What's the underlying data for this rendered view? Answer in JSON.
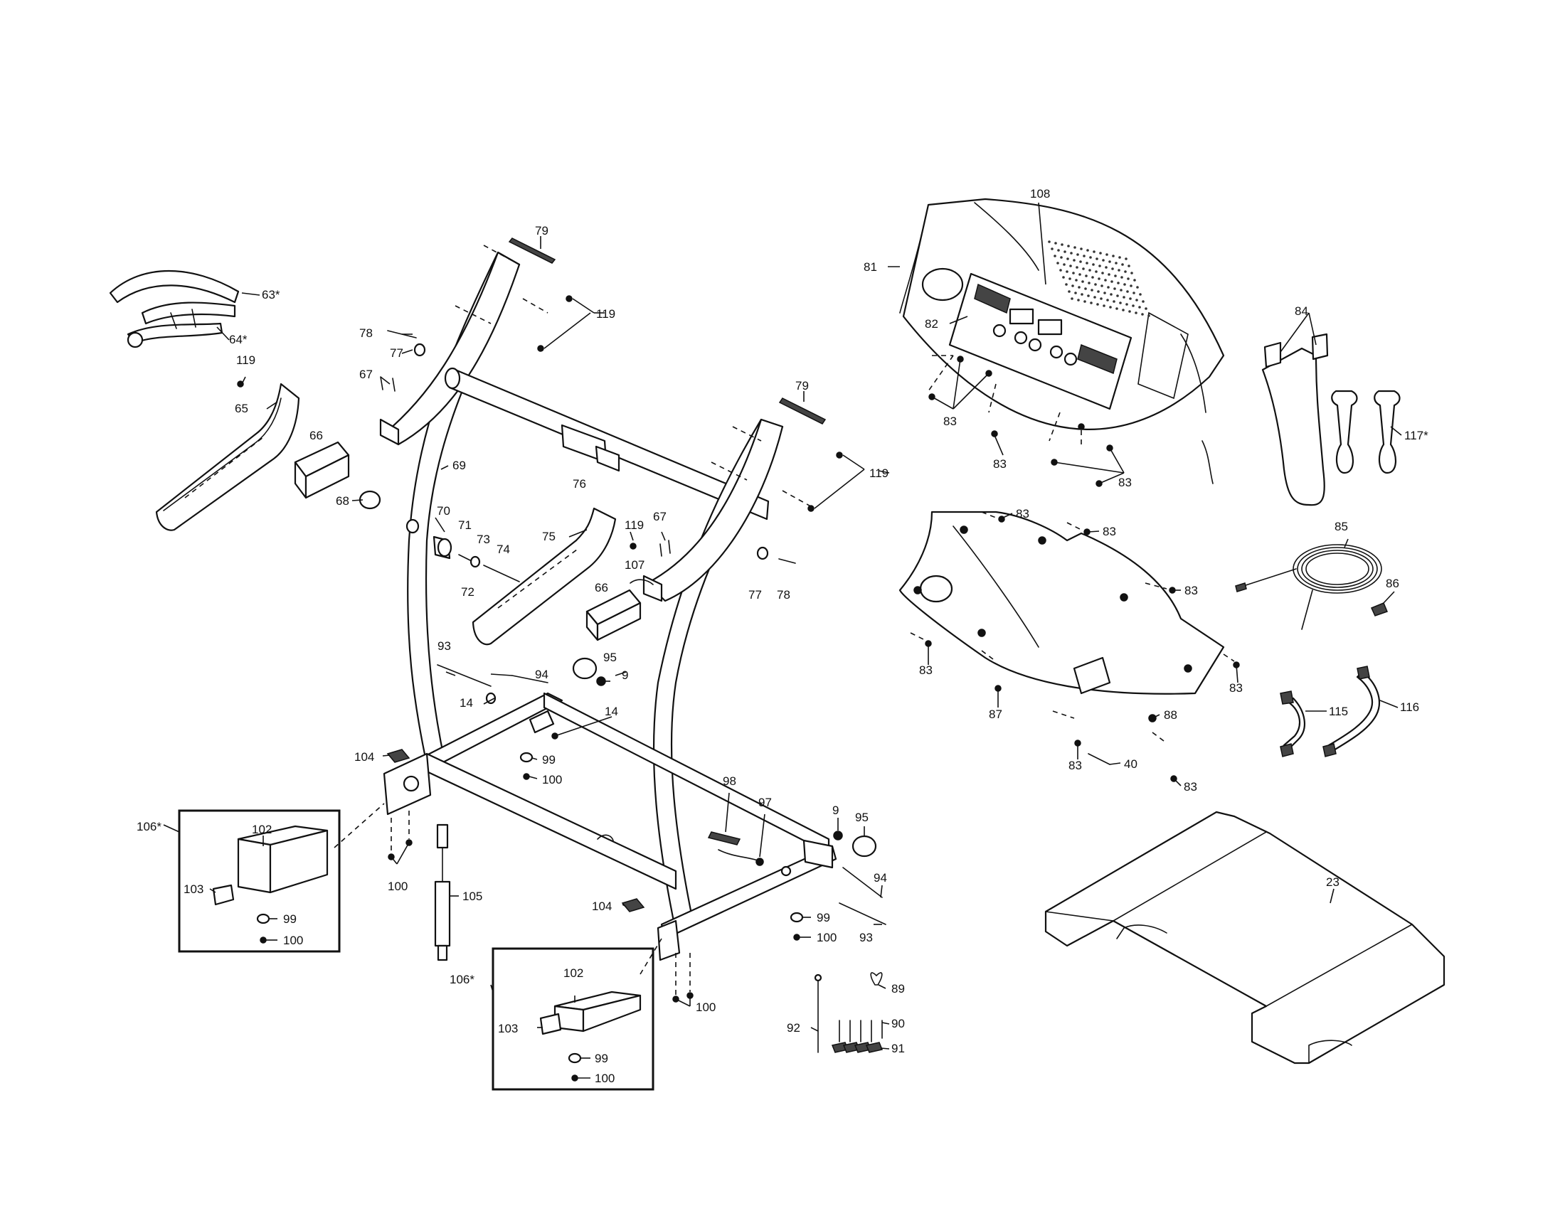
{
  "labels": [
    {
      "text": "63*"
    },
    {
      "text": "64*"
    },
    {
      "text": "119"
    },
    {
      "text": "65"
    },
    {
      "text": "66"
    },
    {
      "text": "78"
    },
    {
      "text": "77"
    },
    {
      "text": "67"
    },
    {
      "text": "79"
    },
    {
      "text": "119"
    },
    {
      "text": "69"
    },
    {
      "text": "68"
    },
    {
      "text": "70"
    },
    {
      "text": "71"
    },
    {
      "text": "73"
    },
    {
      "text": "74"
    },
    {
      "text": "72"
    },
    {
      "text": "76"
    },
    {
      "text": "79"
    },
    {
      "text": "119"
    },
    {
      "text": "75"
    },
    {
      "text": "119"
    },
    {
      "text": "67"
    },
    {
      "text": "107"
    },
    {
      "text": "66"
    },
    {
      "text": "77"
    },
    {
      "text": "78"
    },
    {
      "text": "93"
    },
    {
      "text": "94"
    },
    {
      "text": "95"
    },
    {
      "text": "9"
    },
    {
      "text": "14"
    },
    {
      "text": "14"
    },
    {
      "text": "99"
    },
    {
      "text": "100"
    },
    {
      "text": "104"
    },
    {
      "text": "106*"
    },
    {
      "text": "102"
    },
    {
      "text": "103"
    },
    {
      "text": "99"
    },
    {
      "text": "100"
    },
    {
      "text": "100"
    },
    {
      "text": "105"
    },
    {
      "text": "98"
    },
    {
      "text": "97"
    },
    {
      "text": "9"
    },
    {
      "text": "95"
    },
    {
      "text": "94"
    },
    {
      "text": "104"
    },
    {
      "text": "99"
    },
    {
      "text": "100"
    },
    {
      "text": "93"
    },
    {
      "text": "106*"
    },
    {
      "text": "102"
    },
    {
      "text": "103"
    },
    {
      "text": "99"
    },
    {
      "text": "100"
    },
    {
      "text": "100"
    },
    {
      "text": "89"
    },
    {
      "text": "92"
    },
    {
      "text": "90"
    },
    {
      "text": "91"
    },
    {
      "text": "108"
    },
    {
      "text": "81"
    },
    {
      "text": "82"
    },
    {
      "text": "83"
    },
    {
      "text": "83"
    },
    {
      "text": "83"
    },
    {
      "text": "84"
    },
    {
      "text": "117*"
    },
    {
      "text": "83"
    },
    {
      "text": "83"
    },
    {
      "text": "83"
    },
    {
      "text": "85"
    },
    {
      "text": "86"
    },
    {
      "text": "83"
    },
    {
      "text": "83"
    },
    {
      "text": "87"
    },
    {
      "text": "88"
    },
    {
      "text": "83"
    },
    {
      "text": "40"
    },
    {
      "text": "83"
    },
    {
      "text": "115"
    },
    {
      "text": "116"
    },
    {
      "text": "23"
    }
  ]
}
